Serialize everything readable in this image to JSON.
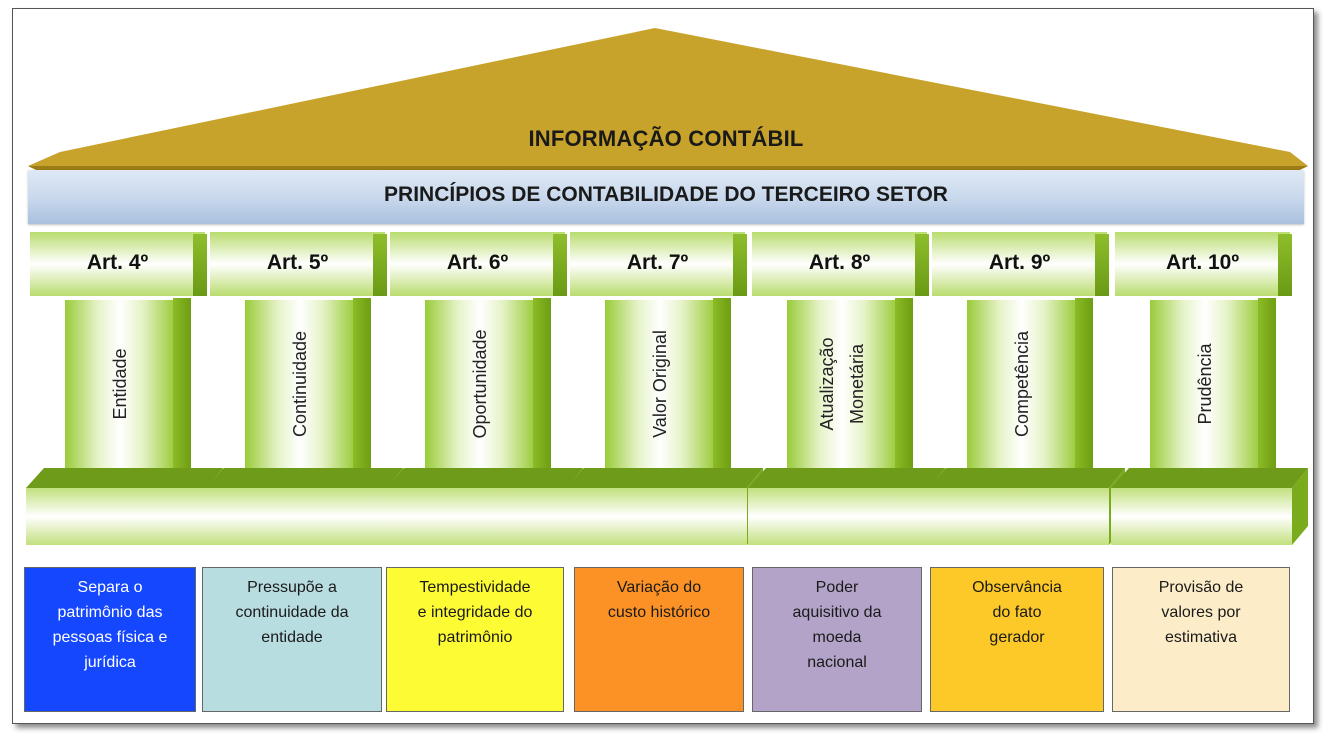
{
  "roof": {
    "title": "INFORMAÇÃO CONTÁBIL",
    "color_top": "#c8a32b",
    "color_front": "#b8961f"
  },
  "beam": {
    "title": "PRINCÍPIOS DE CONTABILIDADE DO TERCEIRO SETOR"
  },
  "columns": [
    {
      "article": "Art. 4º",
      "principle": [
        "Entidade"
      ],
      "description": [
        "Separa o",
        "patrimônio das",
        "pessoas física e",
        "jurídica"
      ],
      "box_color": "#1547ff",
      "text_color": "#ffffff"
    },
    {
      "article": "Art. 5º",
      "principle": [
        "Continuidade"
      ],
      "description": [
        "Pressupõe a",
        "continuidade da",
        "entidade"
      ],
      "box_color": "#b8dde0",
      "text_color": "#1a1a1a"
    },
    {
      "article": "Art. 6º",
      "principle": [
        "Oportunidade"
      ],
      "description": [
        "Tempestividade",
        "e integridade do",
        "patrimônio"
      ],
      "box_color": "#fdfb34",
      "text_color": "#1a1a1a"
    },
    {
      "article": "Art. 7º",
      "principle": [
        "Valor Original"
      ],
      "description": [
        "Variação do",
        "custo histórico"
      ],
      "box_color": "#fc9225",
      "text_color": "#1a1a1a"
    },
    {
      "article": "Art. 8º",
      "principle": [
        "Atualização",
        "Monetária"
      ],
      "description": [
        "Poder",
        "aquisitivo da",
        "moeda",
        "nacional"
      ],
      "box_color": "#b3a3c8",
      "text_color": "#1a1a1a"
    },
    {
      "article": "Art. 9º",
      "principle": [
        "Competência"
      ],
      "description": [
        "Observância",
        "do fato",
        "gerador"
      ],
      "box_color": "#fdc928",
      "text_color": "#1a1a1a"
    },
    {
      "article": "Art. 10º",
      "principle": [
        "Prudência"
      ],
      "description": [
        "Provisão de",
        "valores por",
        "estimativa"
      ],
      "box_color": "#fcedc8",
      "text_color": "#1a1a1a"
    }
  ]
}
